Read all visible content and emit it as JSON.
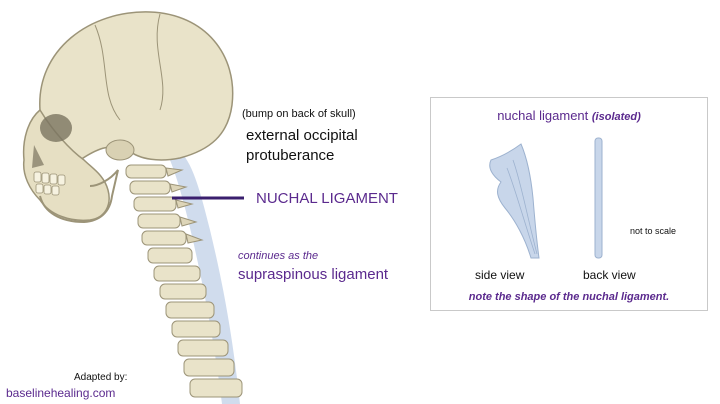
{
  "labels": {
    "bump_note": "(bump on back of skull)",
    "eop_line1": "external occipital",
    "eop_line2": "protuberance",
    "nuchal": "NUCHAL LIGAMENT",
    "continues": "continues as the",
    "supraspinous": "supraspinous ligament"
  },
  "panel": {
    "title": "nuchal ligament",
    "title_note": "(isolated)",
    "side_view": "side view",
    "back_view": "back view",
    "scale_note": "not to scale",
    "footer": "note the shape of the nuchal ligament."
  },
  "credit": {
    "adapted": "Adapted by:",
    "site": "baselinehealing.com"
  },
  "colors": {
    "accent_purple": "#5b2a8e",
    "bone": "#e9e3c9",
    "ligament": "#b9cbe2"
  }
}
